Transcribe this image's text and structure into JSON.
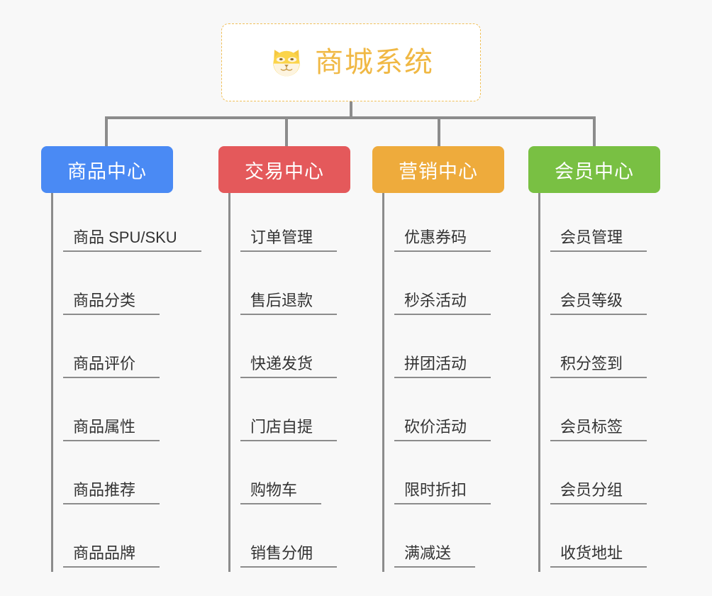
{
  "background_color": "#f8f8f8",
  "root": {
    "title": "商城系统",
    "icon": "shiba-dog-icon",
    "title_color": "#f0b844",
    "border_color": "#f0c05a"
  },
  "connector_color": "#8c8c8c",
  "columns": [
    {
      "label": "商品中心",
      "color": "#4a8af4",
      "items": [
        {
          "label": "商品 SPU/SKU"
        },
        {
          "label": "商品分类"
        },
        {
          "label": "商品评价"
        },
        {
          "label": "商品属性"
        },
        {
          "label": "商品推荐"
        },
        {
          "label": "商品品牌"
        }
      ]
    },
    {
      "label": "交易中心",
      "color": "#e4595b",
      "items": [
        {
          "label": "订单管理"
        },
        {
          "label": "售后退款"
        },
        {
          "label": "快递发货"
        },
        {
          "label": "门店自提"
        },
        {
          "label": "购物车"
        },
        {
          "label": "销售分佣"
        }
      ]
    },
    {
      "label": "营销中心",
      "color": "#eeab3c",
      "items": [
        {
          "label": "优惠券码"
        },
        {
          "label": "秒杀活动"
        },
        {
          "label": "拼团活动"
        },
        {
          "label": "砍价活动"
        },
        {
          "label": "限时折扣"
        },
        {
          "label": "满减送"
        }
      ]
    },
    {
      "label": "会员中心",
      "color": "#79c043",
      "items": [
        {
          "label": "会员管理"
        },
        {
          "label": "会员等级"
        },
        {
          "label": "积分签到"
        },
        {
          "label": "会员标签"
        },
        {
          "label": "会员分组"
        },
        {
          "label": "收货地址"
        }
      ]
    }
  ]
}
